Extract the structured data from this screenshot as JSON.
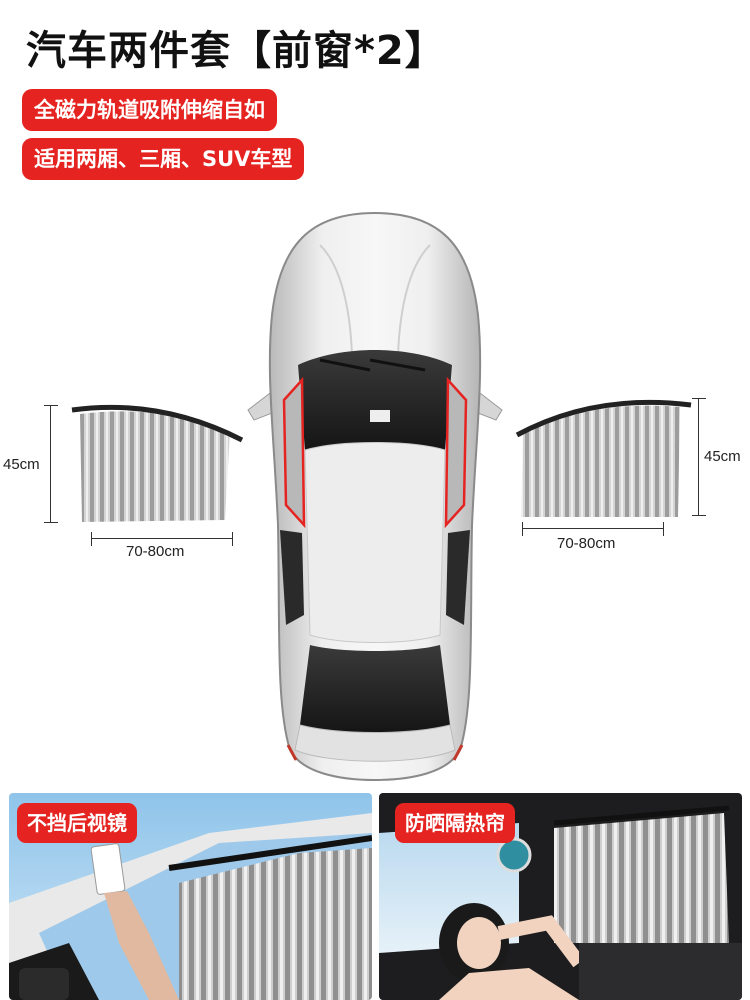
{
  "header": {
    "title": "汽车两件套【前窗*2】"
  },
  "features": [
    "全磁力轨道吸附伸缩自如",
    "适用两厢、三厢、SUV车型"
  ],
  "dimensions": {
    "left_height": "45cm",
    "left_width": "70-80cm",
    "right_height": "45cm",
    "right_width": "70-80cm"
  },
  "photos": [
    {
      "badge": "不挡后视镜"
    },
    {
      "badge": "防晒隔热帘"
    }
  ],
  "colors": {
    "accent_red": "#e52421",
    "curtain_silver": "#c9c9c9",
    "car_body": "#e8e8e8"
  }
}
